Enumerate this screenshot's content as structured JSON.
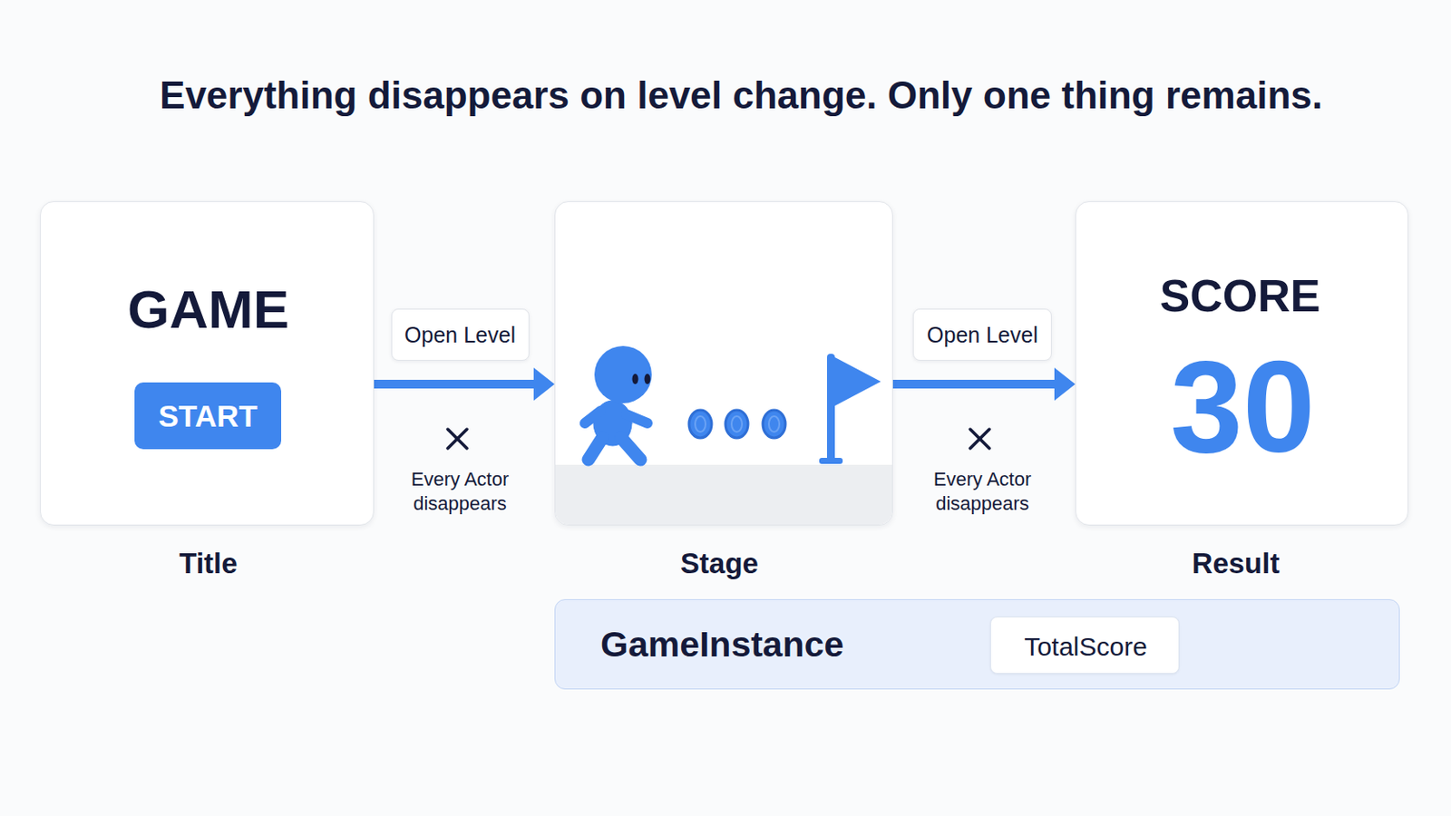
{
  "diagram": {
    "title": "Everything disappears on level change. Only one thing remains.",
    "nodes": [
      {
        "text": [
          "GAME",
          "Title"
        ]
      },
      {
        "text": [
          "START"
        ],
        "in": 0
      },
      {
        "text": [
          "Stage"
        ]
      },
      {
        "text": [
          "SCORE",
          "30",
          "Result"
        ]
      },
      {
        "text": [
          "GameInstance"
        ]
      },
      {
        "text": [
          "TotalScore"
        ],
        "in": 4
      }
    ],
    "edges": [
      {
        "from": 0,
        "to": 2,
        "arrow": "to",
        "label": "Open Level"
      },
      {
        "from": 2,
        "to": 3,
        "arrow": "to",
        "label": "Open Level"
      }
    ],
    "labels": [
      "Every Actor disappears",
      "Every Actor disappears"
    ]
  }
}
